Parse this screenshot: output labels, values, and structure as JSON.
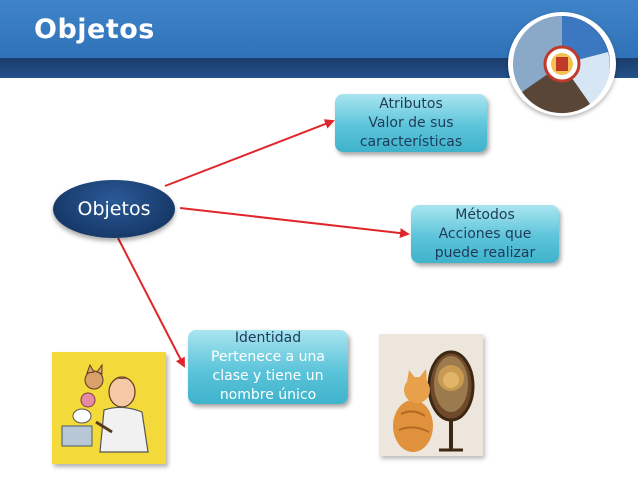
{
  "header": {
    "title": "Objetos"
  },
  "diagram": {
    "center": {
      "label": "Objetos"
    },
    "attributes": {
      "title": "Atributos",
      "lines": [
        "Valor de sus",
        "características"
      ]
    },
    "methods": {
      "title": "Métodos",
      "lines": [
        "Acciones que",
        "puede realizar"
      ]
    },
    "identity": {
      "title": "Identidad",
      "lines": [
        "Pertenece a una",
        "clase y tiene un",
        "nombre único"
      ]
    }
  },
  "colors": {
    "header": "#2f72b8",
    "header_strip": "#1b3d6b",
    "center_node": "#173a6a",
    "box": "#5cc4da",
    "arrow": "#e0262b"
  },
  "icons": {
    "logo": "university-seal-logo",
    "person": "person-with-animals-illustration",
    "cat": "cat-mirror-lion-photo"
  }
}
